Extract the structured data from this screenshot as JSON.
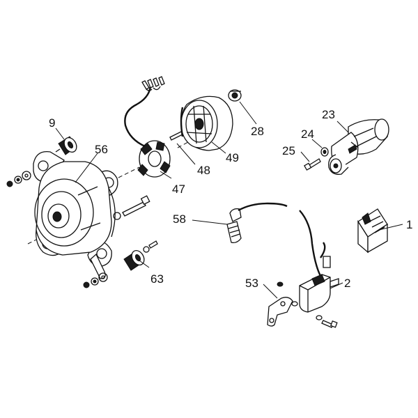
{
  "diagram": {
    "callouts": {
      "p1": "1",
      "p2": "2",
      "p9": "9",
      "p23": "23",
      "p24": "24",
      "p25": "25",
      "p28": "28",
      "p47": "47",
      "p48": "48",
      "p49": "49",
      "p53": "53",
      "p56": "56",
      "p58": "58",
      "p63": "63"
    }
  }
}
